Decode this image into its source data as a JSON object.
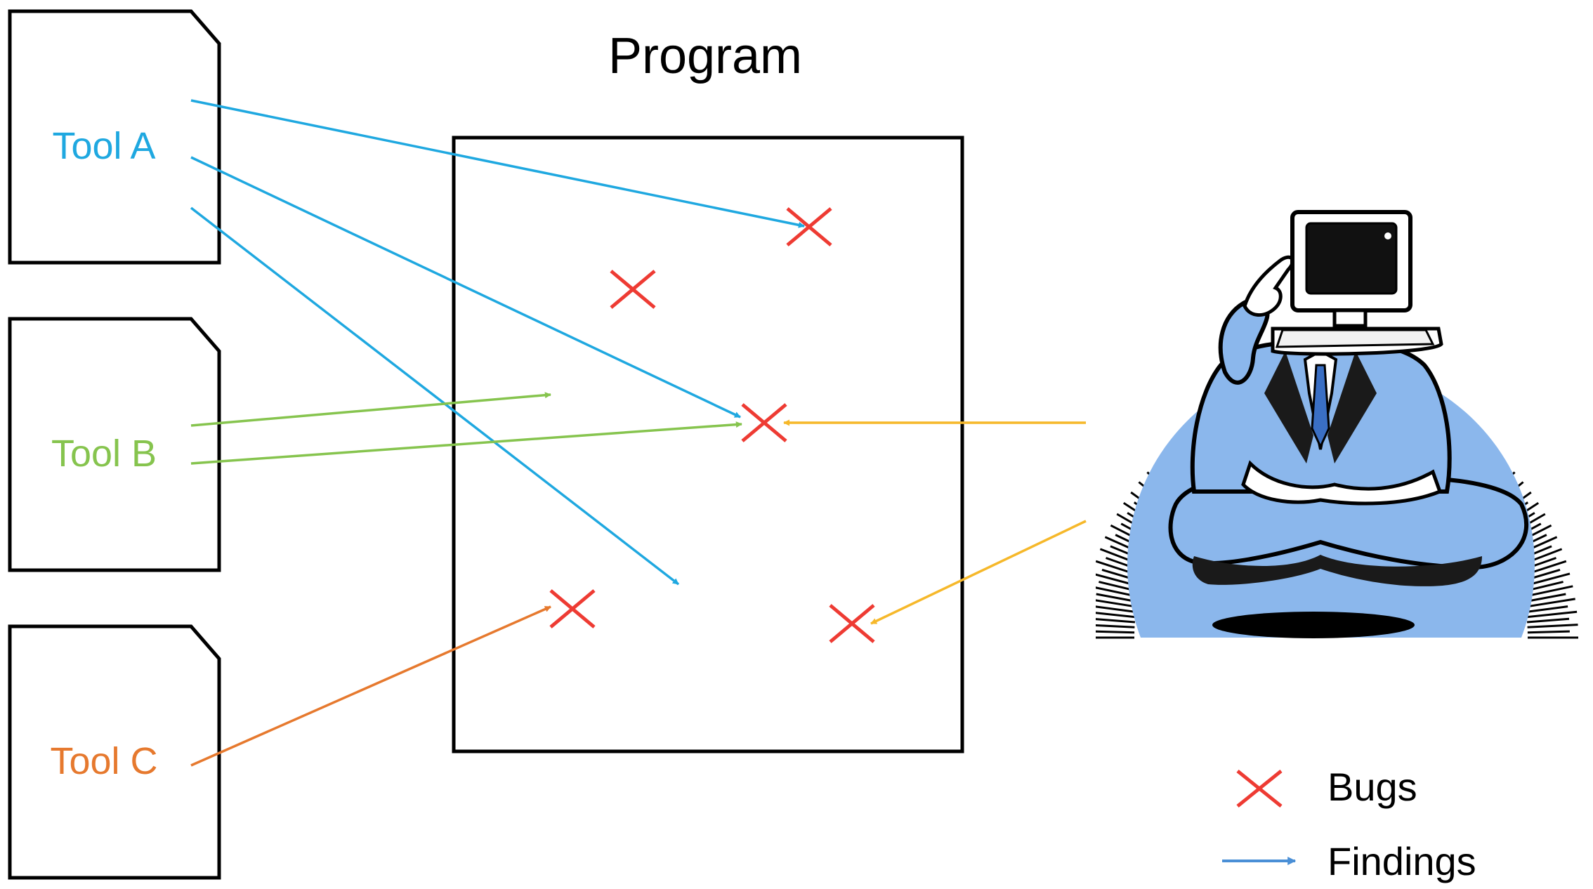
{
  "program": {
    "title": "Program"
  },
  "tools": [
    {
      "label": "Tool A",
      "color": "#1fa8e0"
    },
    {
      "label": "Tool B",
      "color": "#86c44e"
    },
    {
      "label": "Tool C",
      "color": "#e6792e"
    }
  ],
  "colors": {
    "bug": "#ee3b33",
    "expert_arrow": "#f6b82a",
    "outline": "#000000",
    "halo": "#8bb7ec",
    "legend_arrow": "#4a8fd6"
  },
  "expert": {
    "icon": "meditating-computer-head-person-icon"
  },
  "legend": {
    "bugs": {
      "label": "Bugs",
      "icon": "red-x-icon"
    },
    "findings": {
      "label": "Findings",
      "icon": "blue-arrow-icon"
    }
  }
}
